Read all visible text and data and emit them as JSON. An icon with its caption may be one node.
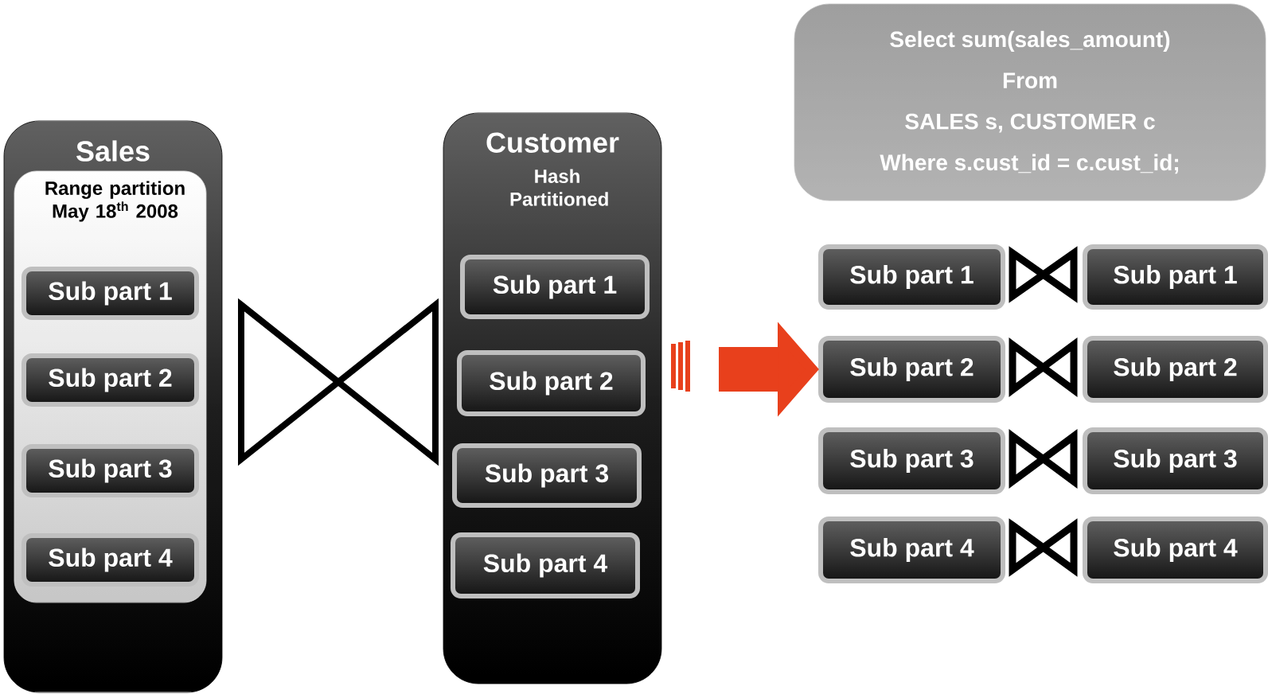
{
  "diagram": {
    "nodes": [
      {
        "text": [
          "Sales"
        ]
      },
      {
        "text": [
          "Range partition May 18$^{th}$ 2008"
        ],
        "in": 0
      },
      {
        "text": [
          "Sub part 1"
        ],
        "in": 1
      },
      {
        "text": [
          "Sub part 2"
        ],
        "in": 1
      },
      {
        "text": [
          "Sub part 3"
        ],
        "in": 1
      },
      {
        "text": [
          "Sub part 4"
        ],
        "in": 1
      },
      {
        "text": [
          "Customer",
          "Hash Partitioned"
        ]
      },
      {
        "text": [
          "Sub part 1"
        ],
        "in": 6
      },
      {
        "text": [
          "Sub part 2"
        ],
        "in": 6
      },
      {
        "text": [
          "Sub part 3"
        ],
        "in": 6
      },
      {
        "text": [
          "Sub part 4"
        ],
        "in": 6
      },
      {
        "text": [
          "Select sum(sales_amount)",
          "From",
          "SALES s, CUSTOMER c",
          "Where  s.cust_id = c.cust_id;"
        ]
      },
      {
        "text": [
          "Sub part 1"
        ]
      },
      {
        "text": [
          "Sub part 1"
        ]
      },
      {
        "text": [
          "Sub part 2"
        ]
      },
      {
        "text": [
          "Sub part 2"
        ]
      },
      {
        "text": [
          "Sub part 3"
        ]
      },
      {
        "text": [
          "Sub part 3"
        ]
      },
      {
        "text": [
          "Sub part 4"
        ]
      },
      {
        "text": [
          "Sub part 4"
        ]
      },
      {
        "text": [],
        "shape": "bowtie"
      },
      {
        "text": [],
        "shape": "bowtie"
      },
      {
        "text": [],
        "shape": "bowtie"
      },
      {
        "text": [],
        "shape": "bowtie"
      },
      {
        "text": [],
        "shape": "bowtie"
      }
    ],
    "edges": [
      {
        "from": 6,
        "to": 14,
        "arrow": "to",
        "color": "#e8401c"
      }
    ]
  }
}
